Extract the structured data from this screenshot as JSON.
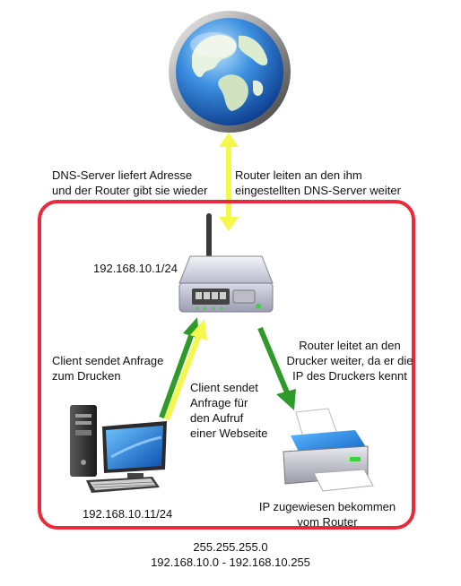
{
  "labels": {
    "dns_reply": [
      "DNS-Server liefert Adresse",
      "und der Router gibt sie wieder"
    ],
    "router_forward_dns": [
      "Router leiten an den ihm",
      "eingestellten DNS-Server weiter"
    ],
    "router_ip": "192.168.10.1/24",
    "client_print": [
      "Client sendet Anfrage",
      "zum Drucken"
    ],
    "client_web": [
      "Client sendet",
      "Anfrage für",
      "den Aufruf",
      "einer Webseite"
    ],
    "router_to_printer": [
      "Router leitet an den",
      "Drucker weiter, da er die",
      "IP des Druckers kennt"
    ],
    "client_ip": "192.168.10.11/24",
    "printer_ip": [
      "IP zugewiesen bekommen",
      "vom Router"
    ],
    "subnet_mask": "255.255.255.0",
    "ip_range": "192.168.10.0 - 192.168.10.255"
  },
  "icons": {
    "globe": "globe-icon",
    "router": "router-icon",
    "computer": "desktop-computer-icon",
    "printer": "printer-icon"
  },
  "colors": {
    "frame": "#ea2a3a",
    "internet_arrow": "#f4f84a",
    "lan_arrow": "#2f9a2a"
  }
}
